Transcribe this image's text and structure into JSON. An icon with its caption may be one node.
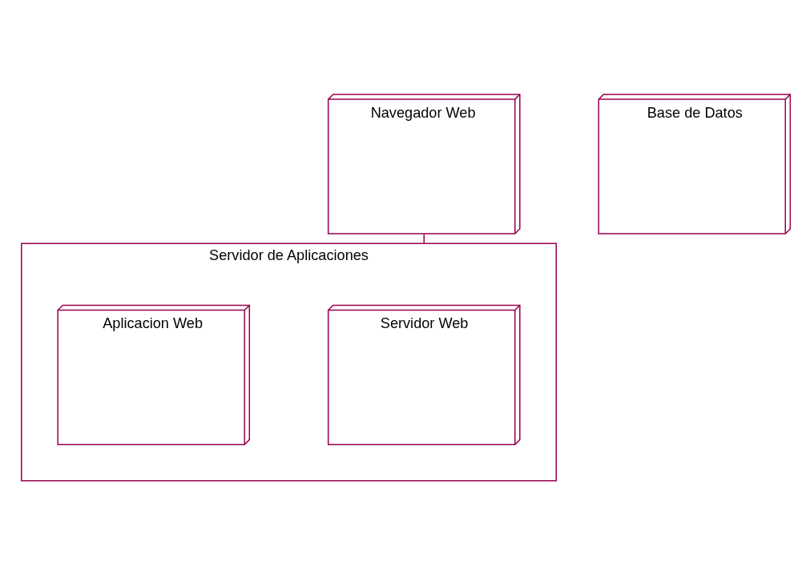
{
  "diagram": {
    "nodes": [
      {
        "text": [
          "Navegador Web"
        ]
      },
      {
        "text": [
          "Servidor de Aplicaciones"
        ]
      },
      {
        "text": [
          "Servidor Web"
        ],
        "in": 1
      },
      {
        "text": [
          "Aplicacion Web"
        ],
        "in": 1
      },
      {
        "text": [
          "Base de Datos"
        ]
      }
    ],
    "edges": [
      {
        "from": 0,
        "to": 1,
        "arrow": "none"
      }
    ]
  }
}
